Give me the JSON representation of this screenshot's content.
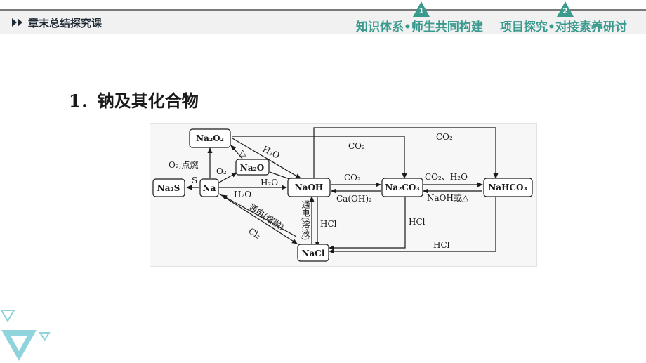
{
  "header": {
    "crumb": "章末总结探究课",
    "tab1": {
      "num": "1",
      "label": "知识体系•师生共同构建"
    },
    "tab2": {
      "num": "2",
      "label": "项目探究•对接素养研讨"
    }
  },
  "section": {
    "title": "1．钠及其化合物"
  },
  "diagram": {
    "nodes": {
      "na2o2": "Na₂O₂",
      "na2o": "Na₂O",
      "na2s": "Na₂S",
      "na": "Na",
      "naoh": "NaOH",
      "na2co3": "Na₂CO₃",
      "nahco3": "NaHCO₃",
      "nacl": "NaCl"
    },
    "labels": {
      "o2_burn": "O₂,点燃",
      "o2": "O₂",
      "delta": "△",
      "h2o_a": "H₂O",
      "h2o_b": "H₂O",
      "h2o_c": "H₂O",
      "s": "S",
      "co2_top": "CO₂",
      "co2_mid": "CO₂",
      "co2_right": "CO₂",
      "caoh2": "Ca(OH)₂",
      "co2_h2o": "CO₂、H₂O",
      "naoh_or_delta": "NaOH或△",
      "hcl_1": "HCl",
      "hcl_2": "HCl",
      "hcl_3": "HCl",
      "cl2": "Cl₂",
      "electrolysis_molten": "通电(熔融)",
      "electrolysis_solution": "通电(溶液)"
    }
  }
}
